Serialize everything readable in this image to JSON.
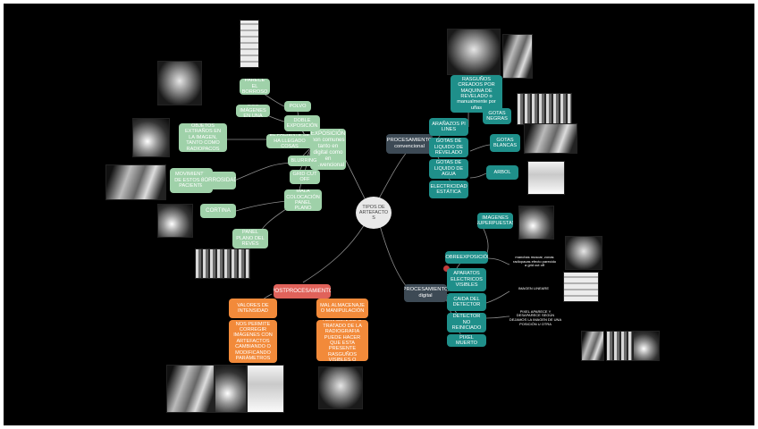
{
  "center": "TIPOS DE ARTEFACTO S",
  "exposicion": "EXPOSICIÓN non comunes tanto en digital como en convencional",
  "polvo": "POLVO",
  "polvo_note": "PARECE EL BORROSO",
  "doble_exposicion": "DOBLE EXPOSICIÓN",
  "doble_note": "DOS IMÁGENES EN UNA",
  "paciente": "EL PACIENTE SE HA LLEGADO COSAS",
  "paciente_note": "SE VEN OBJETOS EXTRAÑOS EN LA IMAGEN, TANTO COMO RADIOPACOS COLLARES",
  "blurring": "BLURRING",
  "grid_cut_off": "GRID CUT OFF",
  "mala_colocacion": "MALA COLOCACIÓN PANEL PLANO",
  "borroso": "BORROSIDAD",
  "borroso_note": "MOVIMIENTO DE ESTOS EN PACIENTE",
  "cortina": "CORTINA",
  "panel_reves": "PANEL PLANO DEL REVÉS",
  "proc_conv": "PROCESAMIENTO convencional",
  "aranazos": "ARAÑAZOS PI LINES",
  "rasguno": "RASGUÑOS CREADOS POR MAQUINA DE REVELADO o manualmente por uñas",
  "gotas_negras": "GOTAS NEGRAS",
  "gotas_revelado": "GOTAS DE LIQUIDO DE REVELADO",
  "gotas_blancas": "GOTAS BLANCAS",
  "gotas_agua": "GOTAS DE LIQUIDO DE AGUA",
  "electricidad": "ELECTRICIDAD ESTÁTICA",
  "arbol": "ARBOL",
  "postprocesamiento": "POSTPROCESAMIENTO",
  "valores": "VALORES DE INTENSIDAD",
  "valores_desc": "NOS PERMITE CORREGIR IMÁGENES CON ARTEFACTOS CAMBIANDO O MODIFICANDO PARÁMETROS",
  "mal_almacenaje": "MAL ALMACENAJE O MANIPULACIÓN",
  "mal_desc": "EL MAL ALMACENAJE O TRATADO DE LA RADIOGRAFIA PUEDE HACER QUE ESTA PRESENTE RASGUÑOS VISIBLES O DEFORMIDADES",
  "proc_digital": "PROCESAMIENTO digital",
  "imagenes_superpuestas": "IMAGENES SUPERPUESTAS",
  "sobreexposicion": "SOBREEXPOSICIÓN",
  "sobre_note": "manchas muscar, zonas radiopacas efecto parecido a grid cut off",
  "aparatos": "APARATOS ELECTRICOS VISIBLES",
  "caida": "CAIDA DEL DETECTOR",
  "caida_note": "IMAGEN LINEARE",
  "detector": "DETECTOR NO REINICIADO",
  "detector_note": "PIXEL APARECE Y DESAPARECE SEGÚN DEJAMOS LA IMAGEN DE UNA POSICIÓN U OTRA",
  "pixel": "PIXEL MUERTO",
  "colors": {
    "green": "#9fd1a9",
    "teal": "#1f8f8a",
    "slate": "#3d4a55",
    "salmon": "#e0625a",
    "orange": "#f28a3a"
  }
}
